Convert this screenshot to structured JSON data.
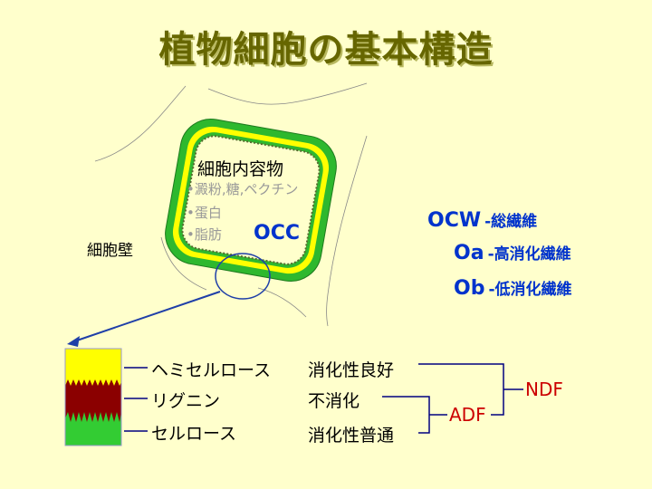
{
  "title": "植物細胞の基本構造",
  "cell": {
    "contents_label": "細胞内容物",
    "items": [
      "•澱粉,糖,ペクチン",
      "•蛋白",
      "•脂肪"
    ],
    "occ_label": "OCC",
    "wall_label": "細胞壁"
  },
  "fibers": [
    {
      "code": "OCW",
      "desc": "-総繊維"
    },
    {
      "code": "Oa",
      "desc": "-高消化繊維"
    },
    {
      "code": "Ob",
      "desc": "-低消化繊維"
    }
  ],
  "layers": [
    {
      "name": "ヘミセルロース",
      "digest": "消化性良好"
    },
    {
      "name": "リグニン",
      "digest": "不消化"
    },
    {
      "name": "セルロース",
      "digest": "消化性普通"
    }
  ],
  "groups": {
    "adf": "ADF",
    "ndf": "NDF"
  },
  "colors": {
    "background": "#FFFFCC",
    "title": "#666600",
    "wall_green": "#2EB82E",
    "wall_yellow": "#FFFF00",
    "lignin": "#8B0000",
    "accent_blue": "#0033CC",
    "accent_red": "#CC0000"
  }
}
